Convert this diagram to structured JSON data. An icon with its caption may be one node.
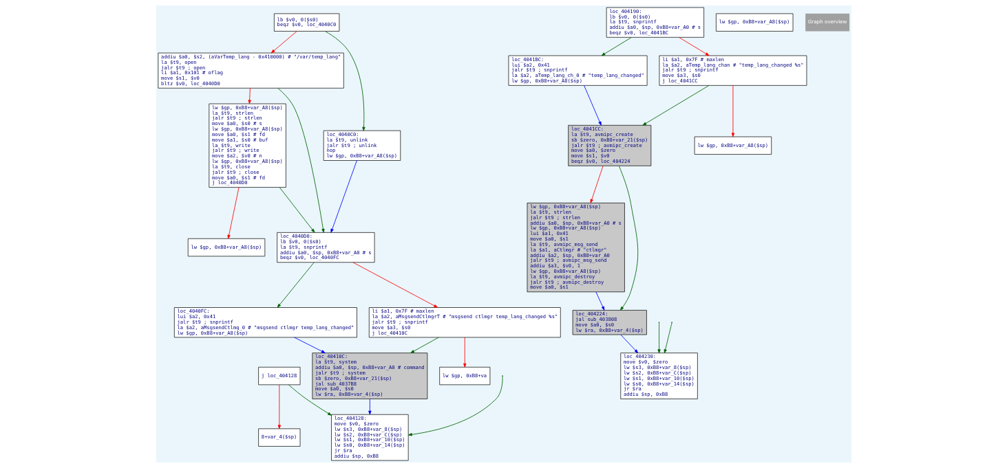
{
  "diagram": {
    "nodes": [
      {
        "text": [
          "j loc_404128"
        ]
      },
      {
        "text": [
          "8+var_4($sp)"
        ]
      },
      {
        "text": [
          "lb $v0, 0($s0)",
          "beqz $v0, loc_4040C0"
        ]
      },
      {
        "text": [
          "addiu $a0, $s2, (aVarTemp_lang - 0x410000) # \"/var/temp_lang\"",
          "la $t9, open",
          "jalr $t9 ; open",
          "li $a1, 0x101 # oflag",
          "move $s1, $v0",
          "bltz $v0, loc_4040D0"
        ]
      },
      {
        "text": [
          "loc_4040C0:",
          "la $t9, unlink",
          "jalr $t9 ; unlink",
          "nop",
          "lw $gp, 0xB8+var_A8($sp)"
        ]
      },
      {
        "text": [
          "lw $gp, 0xB8+var_A8($sp)",
          "la $t9, strlen",
          "jalr $t9 ; strlen",
          "move $a0, $s0 # s",
          "lw $gp, 0xB8+var_A8($sp)",
          "move $a0, $s1 # fd",
          "move $a1, $s0 # buf",
          "la $t9, write",
          "jalr $t9 ; write",
          "move $a2, $v0 # n",
          "lw $gp, 0xB8+var_A8($sp)",
          "la $t9, close",
          "jalr $t9 ; close",
          "move $a0, $s1 # fd",
          "j loc_4040D0"
        ]
      },
      {
        "text": [
          "loc_4040D0:",
          "lb $v0, 0($s0)",
          "la $t9, snprintf",
          "addiu $a0, $sp, 0xB8+var_A0 # s",
          "beqz $v0, loc_4040FC"
        ]
      },
      {
        "text": [
          "lw $gp, 0xB8+var_A8($sp)"
        ]
      },
      {
        "text": [
          "loc_4040FC:",
          "lui $a2, 0x41",
          "jalr $t9 ; snprintf",
          "la $a2, aMsgsendCtlmg_0 # \"msgsend ctlmgr temp_lang_changed\"",
          "lw $gp, 0xB8+var_A8($sp)"
        ]
      },
      {
        "text": [
          "li $a1, 0x7F # maxlen",
          "la $a2, aMsgsendCtlmgrT # \"msgsend ctlmgr temp_lang_changed %s\"",
          "jalr $t9 ; snprintf",
          "move $a3, $s0",
          "j loc_40410C"
        ]
      },
      {
        "text": [
          "loc_40410C:",
          "la $t9, system",
          "addiu $a0, $sp, 0xB8+var_A0 # command",
          "jalr $t9 ; system",
          "sb $zero, 0xB8+var_21($sp)",
          "jal sub_4037B8",
          "move $a0, $s0",
          "lw $ra, 0xB8+var_4($sp)"
        ]
      },
      {
        "text": [
          "lw $gp, 0xB8+va"
        ]
      },
      {
        "text": [
          "loc_404128:",
          "move $v0, $zero",
          "lw $s3, 0xB8+var_8($sp)",
          "lw $s2, 0xB8+var_C($sp)",
          "lw $s1, 0xB8+var_10($sp)",
          "lw $s0, 0xB8+var_14($sp)",
          "jr $ra",
          "addiu $sp, 0xB8"
        ]
      },
      {
        "text": [
          "loc_404190:",
          "lb $v0, 0($s0)",
          "la $t9, snprintf",
          "addiu $a0, $sp, 0xB8+var_A0 # s",
          "beqz $v0, loc_4041BC"
        ]
      },
      {
        "text": [
          "lw $gp, 0xB8+var_A8($sp)"
        ]
      },
      {
        "text": [
          "loc_4041BC:",
          "lui $a2, 0x41",
          "jalr $t9 ; snprintf",
          "la $a2, aTemp_lang_ch_0 # \"temp_lang_changed\"",
          "lw $gp, 0xB8+var_A8($sp)"
        ]
      },
      {
        "text": [
          "li $a1, 0x7F # maxlen",
          "la $a2, aTemp_lang_chan # \"temp_lang_changed %s\"",
          "jalr $t9 ; snprintf",
          "move $a3, $s0",
          "j loc_4041CC"
        ]
      },
      {
        "text": [
          "lw $gp, 0xB8+var_A8($sp)"
        ]
      },
      {
        "text": [
          "loc_4041CC:",
          "la $t9, avmipc_create",
          "sb $zero, 0xB8+var_21($sp)",
          "jalr $t9 ; avmipc_create",
          "move $a0, $zero",
          "move $s1, $v0",
          "beqz $v0, loc_404224"
        ]
      },
      {
        "text": [
          "lw $gp, 0xB8+var_A8($sp)",
          "la $t9, strlen",
          "jalr $t9 ; strlen",
          "addiu $a0, $sp, 0xB8+var_A0 # s",
          "lw $gp, 0xB8+var_A8($sp)",
          "lui $a1, 0x41",
          "move $a0, $s1",
          "la $t9, avmipc_msg_send",
          "la $a1, aCtlmgr # \"ctlmgr\"",
          "addiu $a2, $sp, 0xB8+var_A0",
          "jalr $t9 ; avmipc_msg_send",
          "addiu $a3, $v0, 1",
          "lw $gp, 0xB8+var_A8($sp)",
          "la $t9, avmipc_destroy",
          "jalr $t9 ; avmipc_destroy",
          "move $a0, $s1"
        ]
      },
      {
        "text": [
          "loc_404224:",
          "jal sub_403808",
          "move $a0, $s0",
          "lw $ra, 0xB8+var_4($sp)"
        ]
      },
      {
        "text": [
          "loc_404230:",
          "move $v0, $zero",
          "lw $s3, 0xB8+var_8($sp)",
          "lw $s2, 0xB8+var_C($sp)",
          "lw $s1, 0xB8+var_10($sp)",
          "lw $s0, 0xB8+var_14($sp)",
          "jr $ra",
          "addiu $sp, 0xB8"
        ]
      }
    ],
    "edges": [
      {
        "from": 0,
        "to": 1,
        "arrow": "to",
        "color": "#ff0000"
      },
      {
        "from": 0,
        "to": 12,
        "arrow": "to"
      },
      {
        "from": 2,
        "to": 4,
        "arrow": "to"
      },
      {
        "from": 2,
        "to": 3,
        "arrow": "to",
        "color": "#ff0000"
      },
      {
        "from": 4,
        "to": 6,
        "arrow": "to",
        "color": "#0000ff"
      },
      {
        "from": 3,
        "to": 6,
        "arrow": "to"
      },
      {
        "from": 3,
        "to": 5,
        "arrow": "to",
        "color": "#ff0000"
      },
      {
        "from": 5,
        "to": 6,
        "arrow": "to"
      },
      {
        "from": 5,
        "to": 7,
        "arrow": "to",
        "color": "#ff0000"
      },
      {
        "from": 6,
        "to": 8,
        "arrow": "to"
      },
      {
        "from": 6,
        "to": 9,
        "arrow": "to",
        "color": "#ff0000"
      },
      {
        "from": 8,
        "to": 10,
        "arrow": "to",
        "color": "#0000ff"
      },
      {
        "from": 9,
        "to": 10,
        "arrow": "to"
      },
      {
        "from": 9,
        "to": 11,
        "arrow": "to",
        "color": "#ff0000"
      },
      {
        "from": 10,
        "to": 12,
        "arrow": "to",
        "color": "#0000ff"
      },
      {
        "from": null,
        "to": 12,
        "arrow": "to"
      },
      {
        "from": 13,
        "to": 15,
        "arrow": "to"
      },
      {
        "from": 13,
        "to": 16,
        "arrow": "to",
        "color": "#ff0000"
      },
      {
        "from": 15,
        "to": 18,
        "arrow": "to",
        "color": "#0000ff"
      },
      {
        "from": 16,
        "to": 18,
        "arrow": "to"
      },
      {
        "from": 16,
        "to": 17,
        "arrow": "to",
        "color": "#ff0000"
      },
      {
        "from": 18,
        "to": 19,
        "arrow": "to",
        "color": "#ff0000"
      },
      {
        "from": 18,
        "to": 20,
        "arrow": "to"
      },
      {
        "from": 19,
        "to": 20,
        "arrow": "to",
        "color": "#0000ff"
      },
      {
        "from": null,
        "to": 21,
        "arrow": "to"
      },
      {
        "from": 20,
        "to": 21,
        "arrow": "to",
        "color": "#0000ff"
      },
      {
        "from": null,
        "to": 21,
        "arrow": "to"
      }
    ],
    "labels": [
      "Graph overview"
    ]
  }
}
